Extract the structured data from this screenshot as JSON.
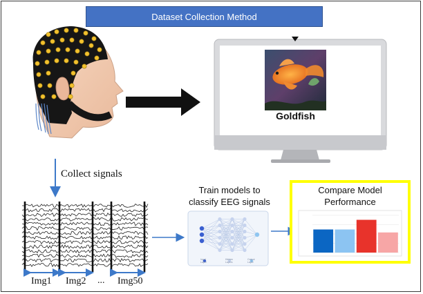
{
  "title": "Dataset Collection Method",
  "monitor": {
    "caption": "Goldfish"
  },
  "collect_label": "Collect signals",
  "eeg": {
    "labels": [
      "Img1",
      "Img2",
      "...",
      "Img50"
    ]
  },
  "train_label_line1": "Train models to",
  "train_label_line2": "classify EEG signals",
  "nn": {
    "legend": [
      "Input Layer",
      "Hidden Layers",
      "Output Layer"
    ]
  },
  "compare": {
    "line1": "Compare Model",
    "line2": "Performance",
    "highlight_color": "#ffff00"
  },
  "chart_data": {
    "type": "bar",
    "categories": [
      "",
      "",
      "",
      ""
    ],
    "values": [
      0.62,
      0.62,
      0.88,
      0.54
    ],
    "colors": [
      "#0b66c3",
      "#8cc4f2",
      "#e8332b",
      "#f7a6a6"
    ],
    "ylim": [
      0,
      1
    ],
    "grid": true
  },
  "colors": {
    "accent_blue": "#4472c4",
    "arrow_blue": "#3d79c9"
  }
}
